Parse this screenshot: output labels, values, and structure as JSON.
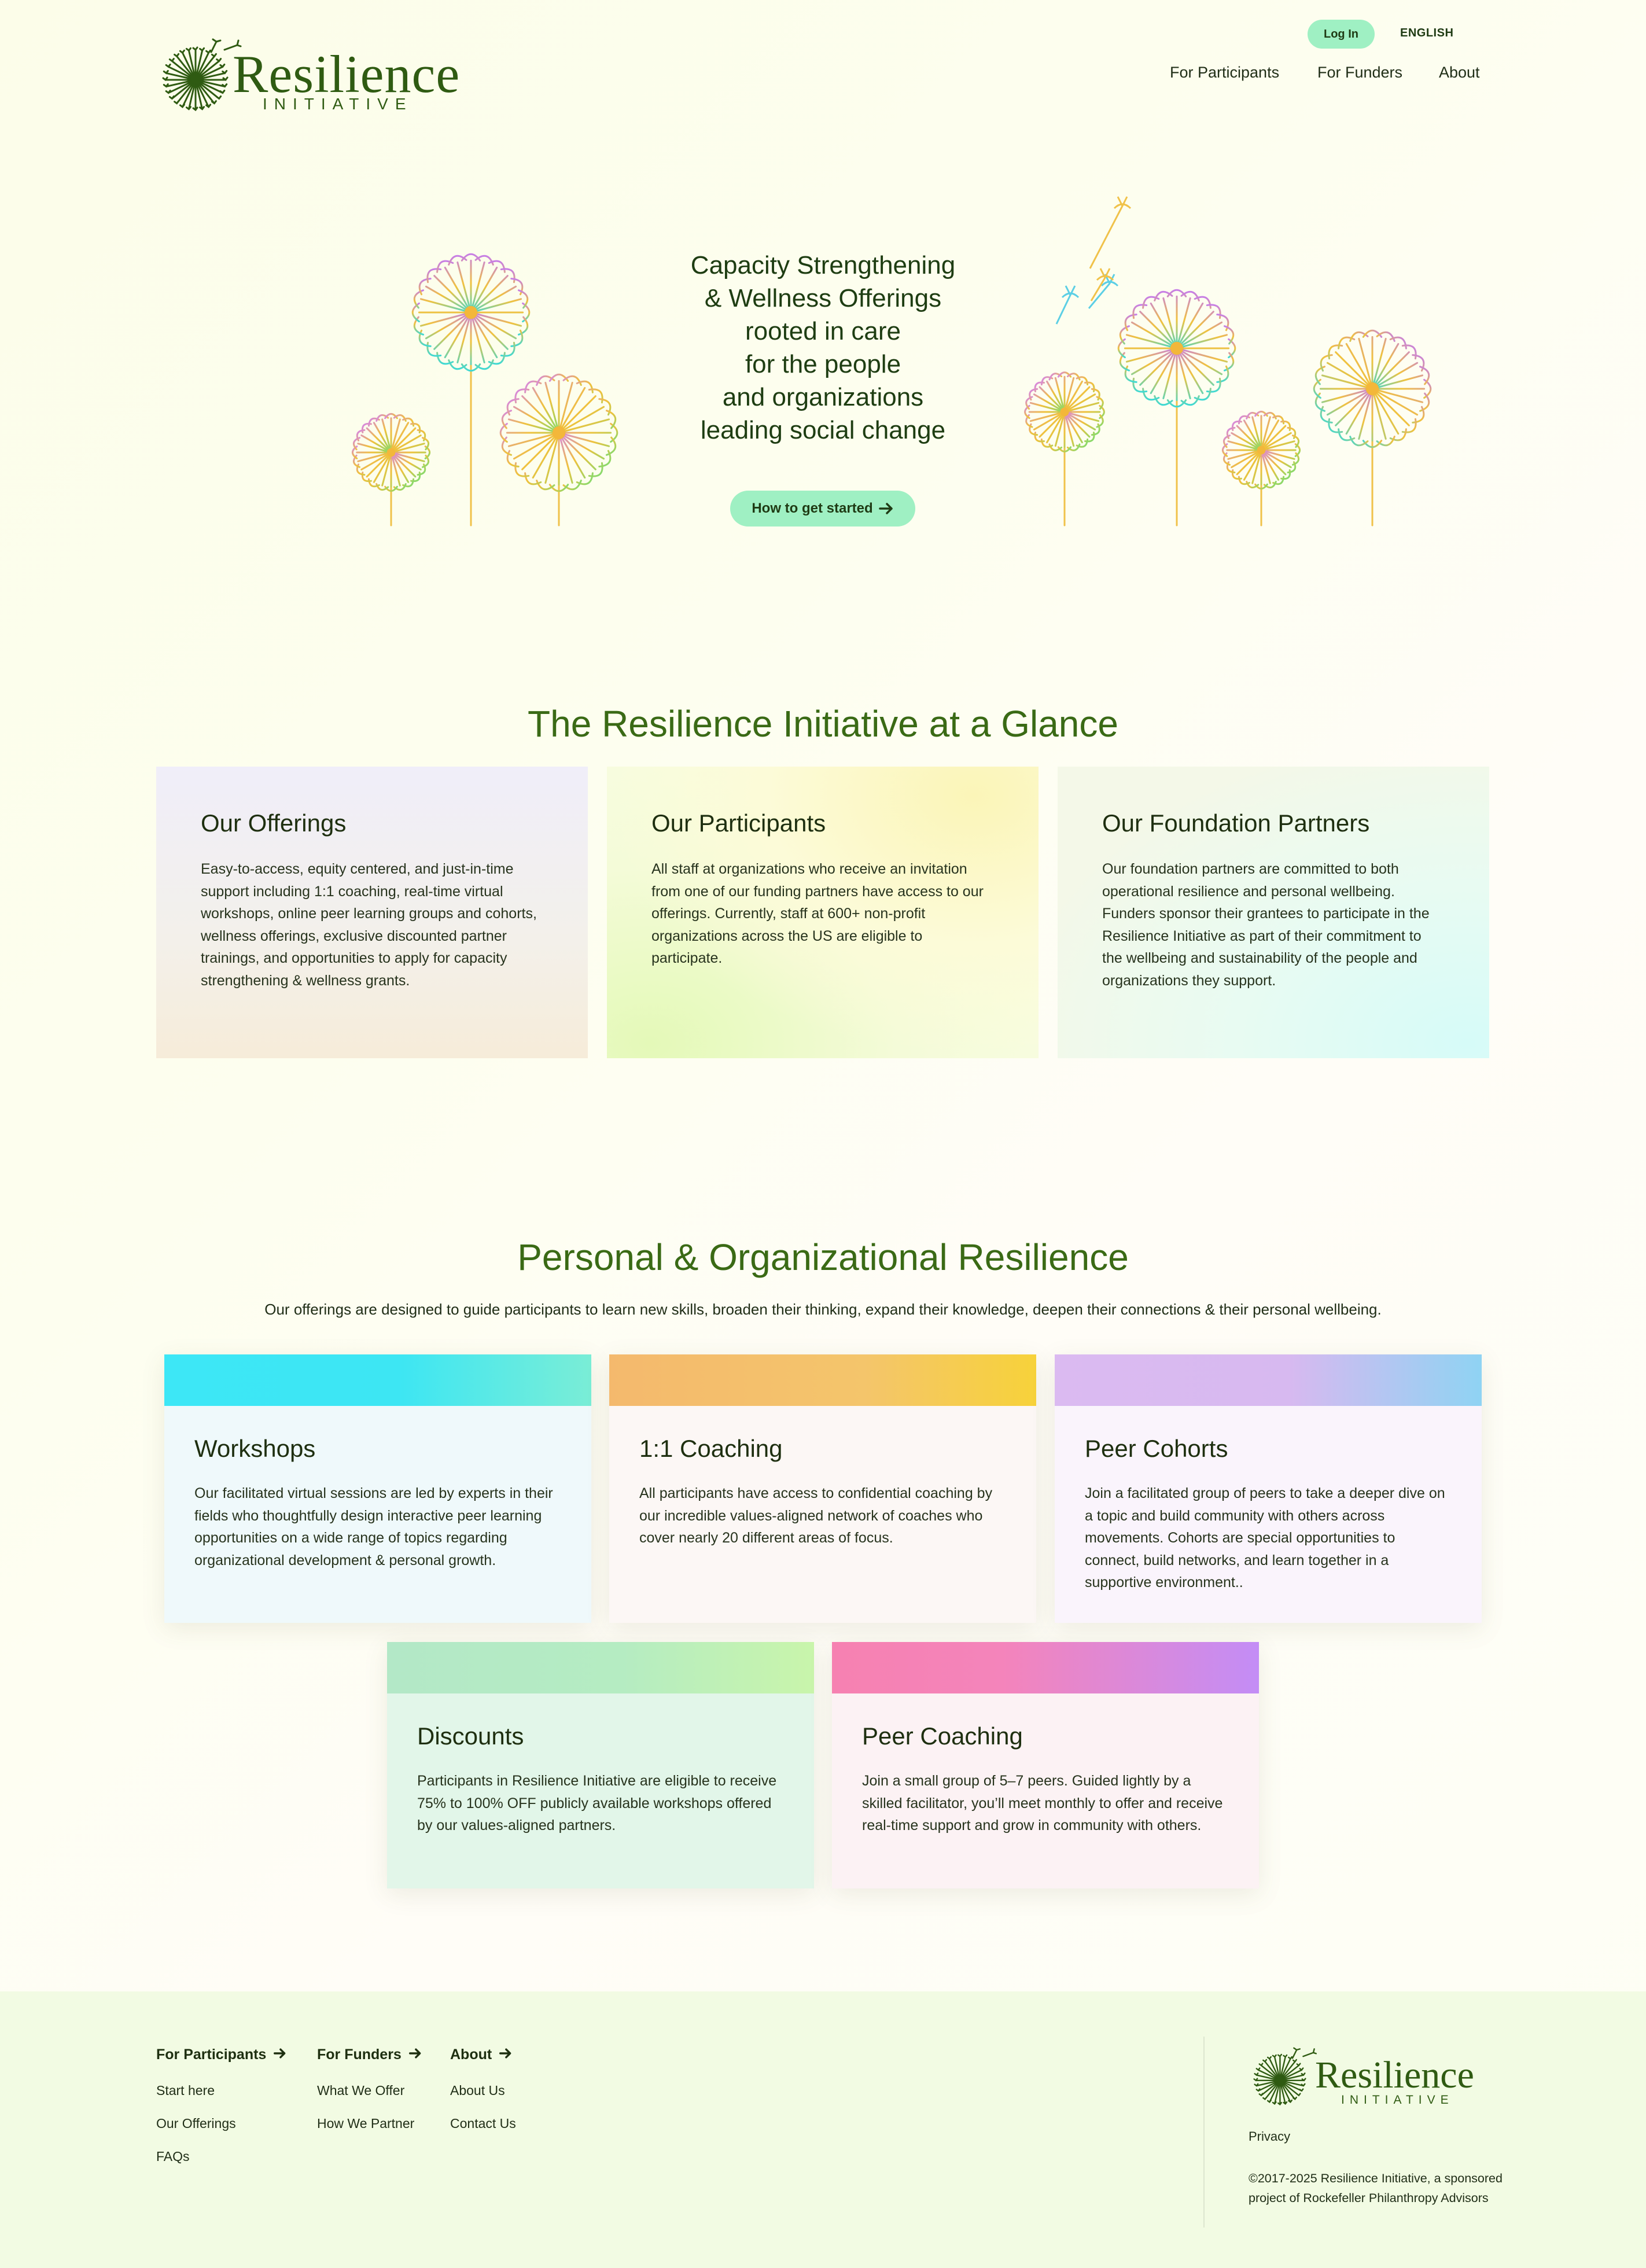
{
  "header": {
    "logo_word": "Resilience",
    "logo_sub": "INITIATIVE",
    "login_label": "Log In",
    "language_label": "ENGLISH",
    "nav": [
      "For Participants",
      "For Funders",
      "About"
    ]
  },
  "hero": {
    "title_lines": [
      "Capacity Strengthening",
      "& Wellness Offerings",
      "rooted in care",
      "for the people",
      "and organizations",
      "leading social change"
    ],
    "cta_label": "How to get started",
    "cta_icon": "arrow-right-icon"
  },
  "glance": {
    "heading": "The Resilience Initiative at a Glance",
    "cards": [
      {
        "title": "Our Offerings",
        "body": "Easy-to-access, equity centered, and just-in-time support including 1:1 coaching, real-time virtual workshops, online peer learning groups and cohorts, wellness offerings, exclusive discounted partner trainings, and opportunities to apply for capacity strengthening & wellness grants."
      },
      {
        "title": "Our Participants",
        "body": "All staff at organizations who receive an invitation from one of our funding partners have access to our offerings. Currently, staff at 600+ non-profit organizations across the US are eligible to participate."
      },
      {
        "title": "Our Foundation Partners",
        "body": "Our foundation partners are committed to both operational resilience and personal wellbeing. Funders sponsor their grantees to participate in the Resilience Initiative as part of their commitment  to the wellbeing and sustainability of the people and organizations they support."
      }
    ]
  },
  "resilience": {
    "heading": "Personal & Organizational Resilience",
    "subheading": "Our offerings are designed to guide participants to learn new skills, broaden their thinking, expand their knowledge, deepen their connections & their personal wellbeing.",
    "cards": [
      {
        "title": "Workshops",
        "body": "Our facilitated virtual sessions are led by experts in their fields who thoughtfully design interactive peer learning opportunities on a wide range of topics regarding organizational development & personal growth."
      },
      {
        "title": "1:1 Coaching",
        "body": "All participants have access to confidential coaching by our incredible values-aligned network of coaches who cover nearly 20 different areas of focus."
      },
      {
        "title": "Peer Cohorts",
        "body": "Join a facilitated group of peers to take a deeper dive on a topic and build community with others across movements. Cohorts are special opportunities to connect, build networks, and learn together in a supportive environment.."
      },
      {
        "title": "Discounts",
        "body": "Participants in Resilience Initiative are eligible to receive 75% to 100% OFF publicly available workshops offered by our values-aligned partners."
      },
      {
        "title": "Peer Coaching",
        "body": "Join a small group of 5–7 peers. Guided lightly by a skilled facilitator, you’ll meet monthly to offer and receive real-time support and grow in community with others."
      }
    ]
  },
  "footer": {
    "columns": [
      {
        "heading": "For Participants",
        "links": [
          "Start here",
          "Our Offerings",
          "FAQs"
        ]
      },
      {
        "heading": "For Funders",
        "links": [
          "What We Offer",
          "How We Partner"
        ]
      },
      {
        "heading": "About",
        "links": [
          "About Us",
          "Contact Us"
        ]
      }
    ],
    "logo_word": "Resilience",
    "logo_sub": "INITIATIVE",
    "privacy": "Privacy",
    "copyright": "©2017-2025 Resilience Initiative, a sponsored project of Rockefeller Philanthropy Advisors"
  }
}
